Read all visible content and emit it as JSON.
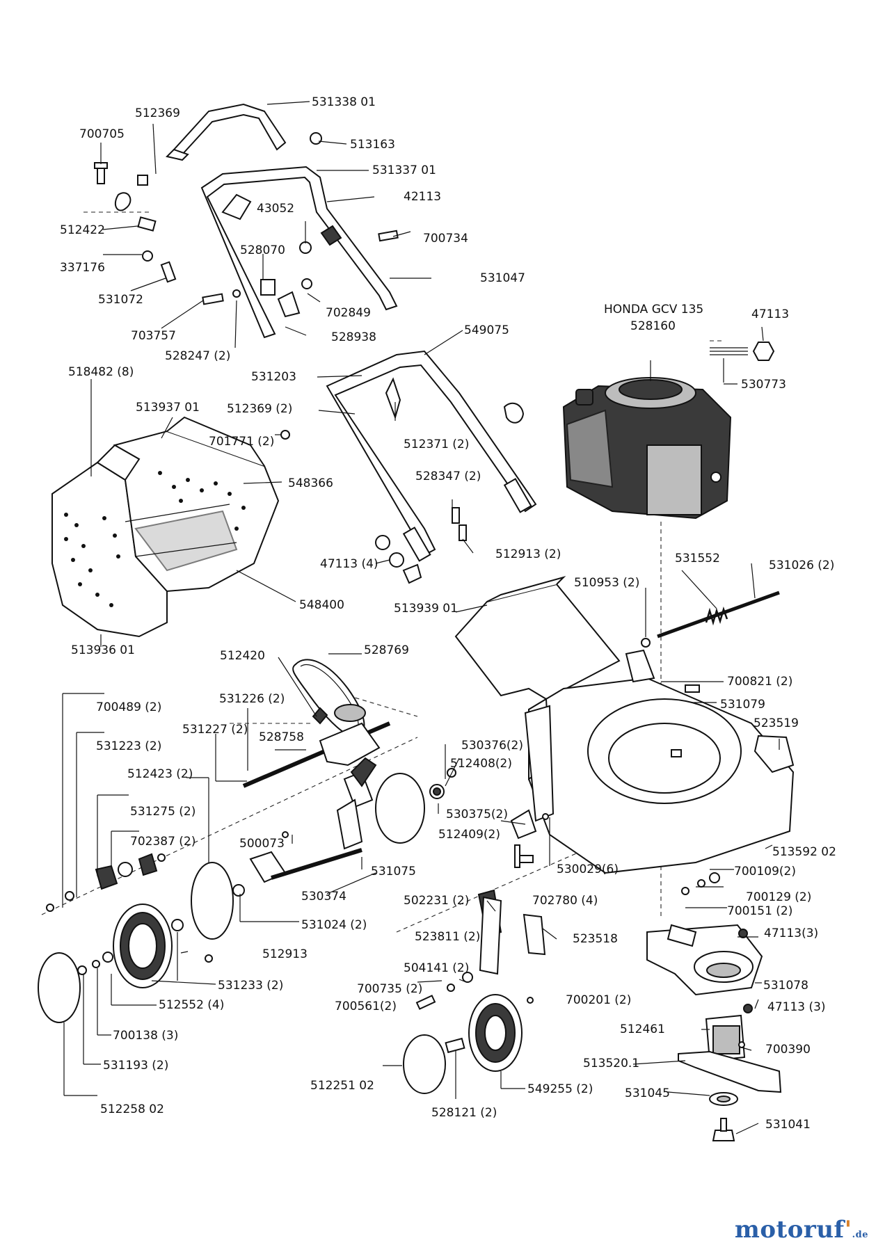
{
  "labels": {
    "l531338_01": "531338 01",
    "l512369": "512369",
    "l700705": "700705",
    "l513163": "513163",
    "l531337_01": "531337 01",
    "l42113": "42113",
    "l43052": "43052",
    "l700734": "700734",
    "l512422": "512422",
    "l337176": "337176",
    "l528070": "528070",
    "l531047": "531047",
    "l531072": "531072",
    "l702849": "702849",
    "l703757": "703757",
    "l528938": "528938",
    "l528247_2": "528247 (2)",
    "l549075": "549075",
    "l518482_8": "518482 (8)",
    "l531203": "531203",
    "l513937_01": "513937 01",
    "l512369_2": "512369 (2)",
    "l512371_2": "512371 (2)",
    "l701771_2": "701771 (2)",
    "l548366": "548366",
    "l528347_2": "528347 (2)",
    "l512913_2": "512913 (2)",
    "l47113_4": "47113 (4)",
    "l548400": "548400",
    "l513936_01": "513936 01",
    "l513939_01": "513939 01",
    "l510953_2": "510953 (2)",
    "l531552": "531552",
    "l531026_2": "531026 (2)",
    "honda_model": "HONDA GCV 135",
    "l528160": "528160",
    "l47113": "47113",
    "l530773": "530773",
    "l528769": "528769",
    "l512420": "512420",
    "l700821_2": "700821 (2)",
    "l531079": "531079",
    "l700489_2": "700489 (2)",
    "l531226_2": "531226 (2)",
    "l531223_2": "531223 (2)",
    "l531227_2": "531227 (2)",
    "l528758": "528758",
    "l523519": "523519",
    "l530376_2": "530376(2)",
    "l512408_2": "512408(2)",
    "l512423_2": "512423 (2)",
    "l530375_2": "530375(2)",
    "l531275_2": "531275 (2)",
    "l512409_2": "512409(2)",
    "l513592_02": "513592 02",
    "l702387_2": "702387 (2)",
    "l500073": "500073",
    "l530029_6": "530029(6)",
    "l531075": "531075",
    "l700109_2": "700109(2)",
    "l530374": "530374",
    "l700129_2": "700129 (2)",
    "l502231_2": "502231 (2)",
    "l702780_4": "702780 (4)",
    "l700151_2": "700151 (2)",
    "l531024_2": "531024 (2)",
    "l523811_2": "523811 (2)",
    "l523518": "523518",
    "l47113_3a": "47113(3)",
    "l512913": "512913",
    "l504141_2": "504141 (2)",
    "l531078": "531078",
    "l531233_2": "531233 (2)",
    "l700735_2": "700735 (2)",
    "l47113_3b": "47113 (3)",
    "l512552_4": "512552 (4)",
    "l700561_2": "700561(2)",
    "l700201_2": "700201 (2)",
    "l512461": "512461",
    "l700138_3": "700138 (3)",
    "l700390": "700390",
    "l513520_1": "513520.1",
    "l531193_2": "531193 (2)",
    "l512251_02": "512251 02",
    "l549255_2": "549255 (2)",
    "l531045": "531045",
    "l512258_02": "512258 02",
    "l528121_2": "528121 (2)",
    "l531041": "531041"
  },
  "logo": {
    "name": "motoruf",
    "apostrophe": "'",
    "tld": ".de"
  }
}
